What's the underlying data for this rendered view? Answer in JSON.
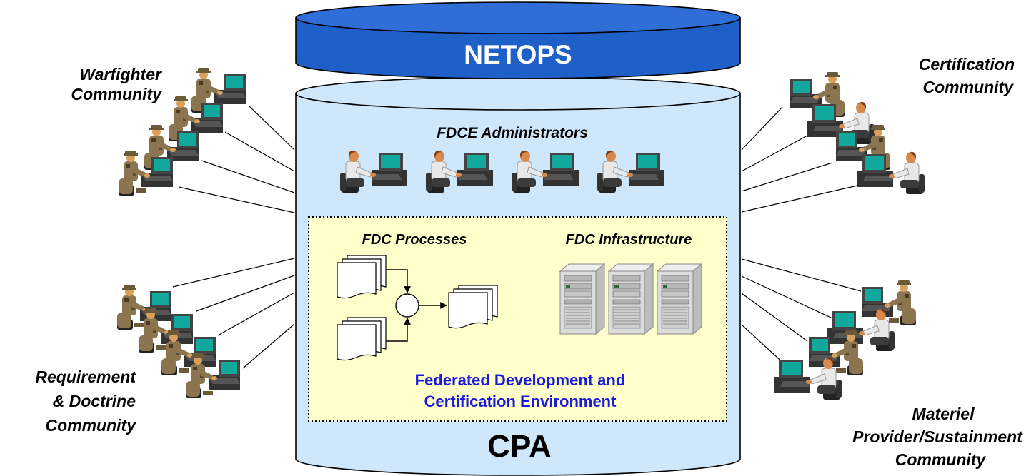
{
  "netops": {
    "label": "NETOPS"
  },
  "cpa": {
    "label": "CPA"
  },
  "administrators": {
    "title": "FDCE Administrators"
  },
  "fdce": {
    "processes_title": "FDC Processes",
    "infrastructure_title": "FDC Infrastructure",
    "name_line1": "Federated Development and",
    "name_line2": "Certification Environment"
  },
  "communities": {
    "warfighter": [
      "Warfighter",
      "Community"
    ],
    "certification": [
      "Certification",
      "Community"
    ],
    "requirement": [
      "Requirement",
      "& Doctrine",
      "Community"
    ],
    "materiel": [
      "Materiel",
      "Provider/Sustainment",
      "Community"
    ]
  },
  "colors": {
    "netops_fill": "#1f5fc8",
    "cpa_fill": "#cfe7fb",
    "fdce_fill": "#ffffcc",
    "fdce_text": "#1a1adc",
    "screen": "#13a89e",
    "uniform": "#8a7550",
    "shirt": "#e8e8e8"
  },
  "icons": {
    "soldier": "soldier-at-computer-icon",
    "operator": "operator-at-computer-icon",
    "server": "server-tower-icon",
    "document": "document-stack-icon",
    "merge": "merge-circle-icon"
  }
}
